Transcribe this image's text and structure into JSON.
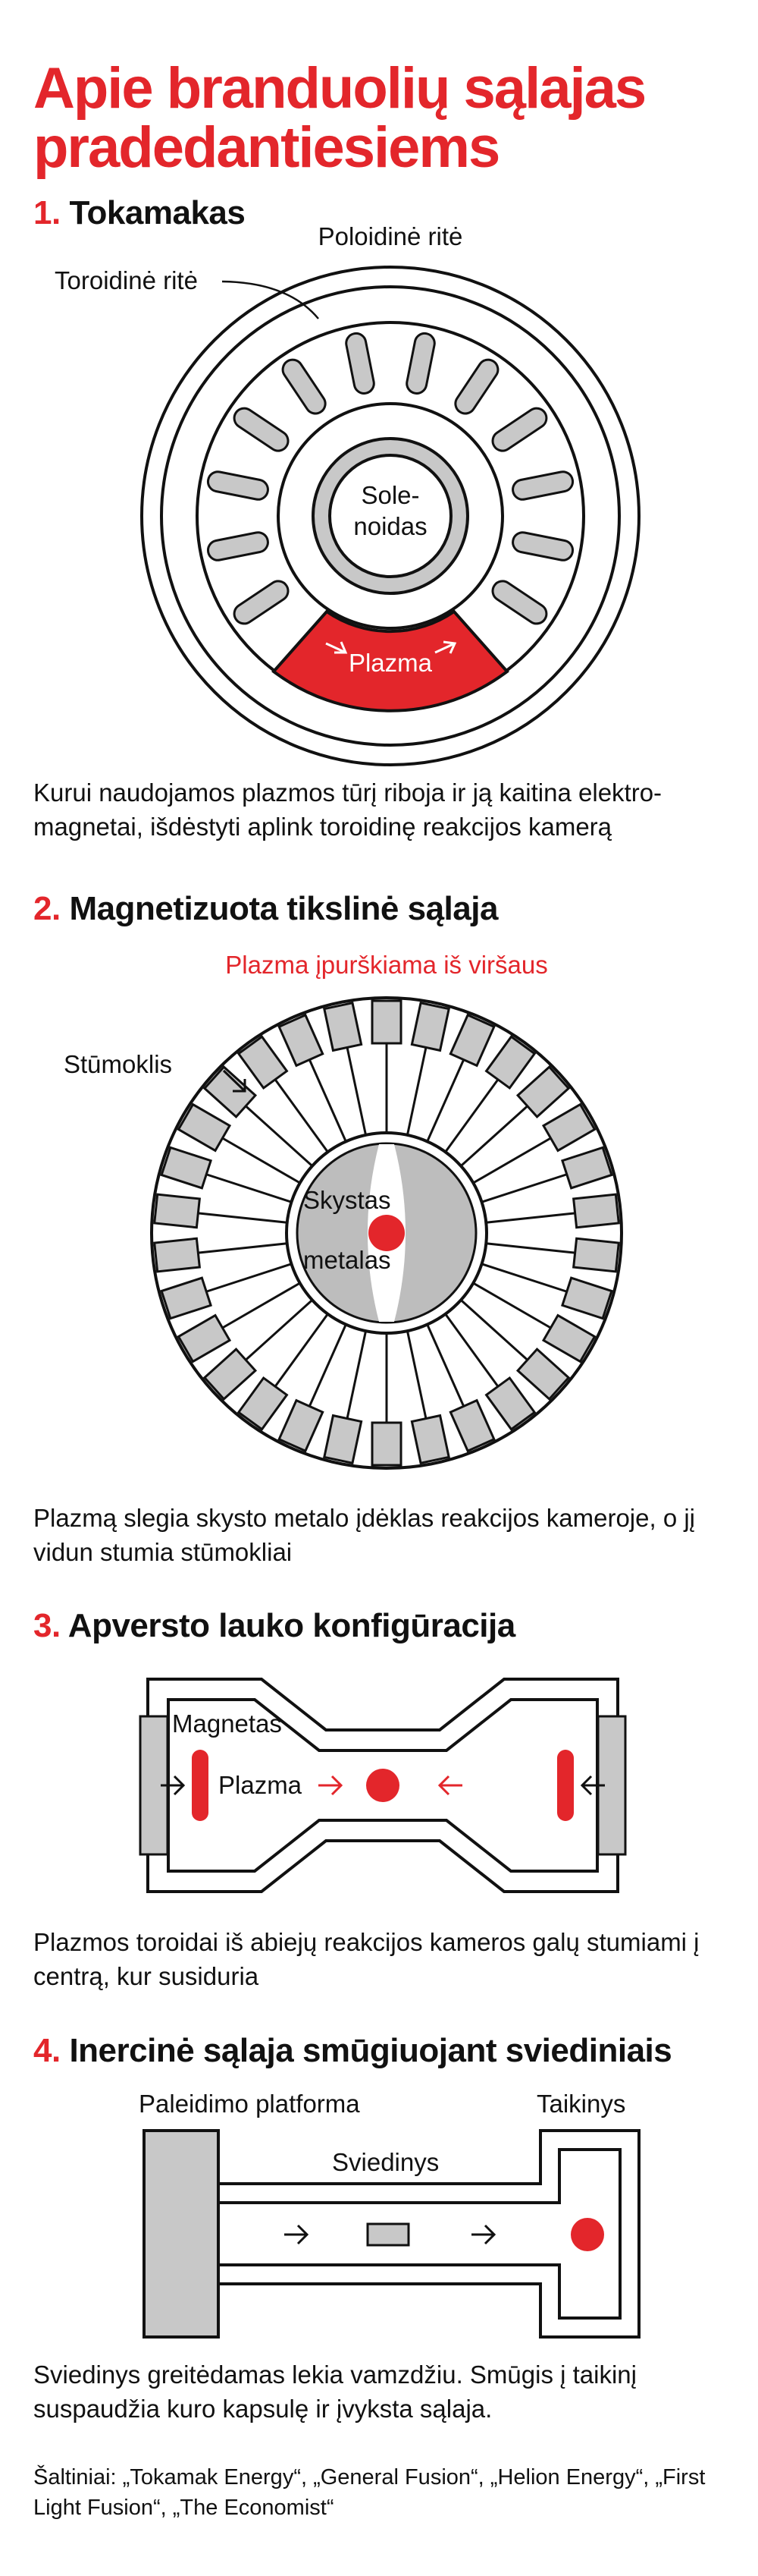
{
  "title": "Apie branduolių sąlajas pradedantiesiems",
  "sections": [
    {
      "number": "1.",
      "heading": "Tokamakas",
      "labels": {
        "poloidal_coil": "Poloidinė ritė",
        "toroidal_coil": "Toroidinė ritė",
        "solenoid_line1": "Sole-",
        "solenoid_line2": "noidas",
        "plasma": "Plazma"
      },
      "caption": "Kurui naudojamos plazmos tūrį riboja ir ją kaitina elektro-magnetai, išdėstyti aplink toroidinę reakcijos kamerą"
    },
    {
      "number": "2.",
      "heading": "Magnetizuota tikslinė sąlaja",
      "labels": {
        "injection": "Plazma įpurškiama iš viršaus",
        "piston": "Stūmoklis",
        "liquid_line1": "Skystas",
        "liquid_line2": "metalas"
      },
      "caption": "Plazmą slegia skysto metalo įdėklas reakcijos kameroje, o jį vidun stumia stūmokliai"
    },
    {
      "number": "3.",
      "heading": "Apversto lauko konfigūracija",
      "labels": {
        "magnet": "Magnetas",
        "plasma": "Plazma"
      },
      "caption": "Plazmos toroidai iš abiejų reakcijos kameros galų stumiami į centrą, kur susiduria"
    },
    {
      "number": "4.",
      "heading": "Inercinė sąlaja smūgiuojant sviediniais",
      "labels": {
        "launch_platform": "Paleidimo platforma",
        "target": "Taikinys",
        "projectile": "Sviedinys"
      },
      "caption": "Sviedinys greitėdamas lekia vamzdžiu. Smūgis į taikinį suspaudžia kuro kapsulę ir įvyksta sąlaja."
    }
  ],
  "sources": "Šaltiniai: „Tokamak Energy“, „General Fusion“, „Helion Energy“, „First Light Fusion“, „The Economist“",
  "colors": {
    "accent_red": "#e3262b",
    "coil_gray": "#c8c8c8",
    "metal_gray": "#bdbdbd",
    "outline": "#111111"
  }
}
